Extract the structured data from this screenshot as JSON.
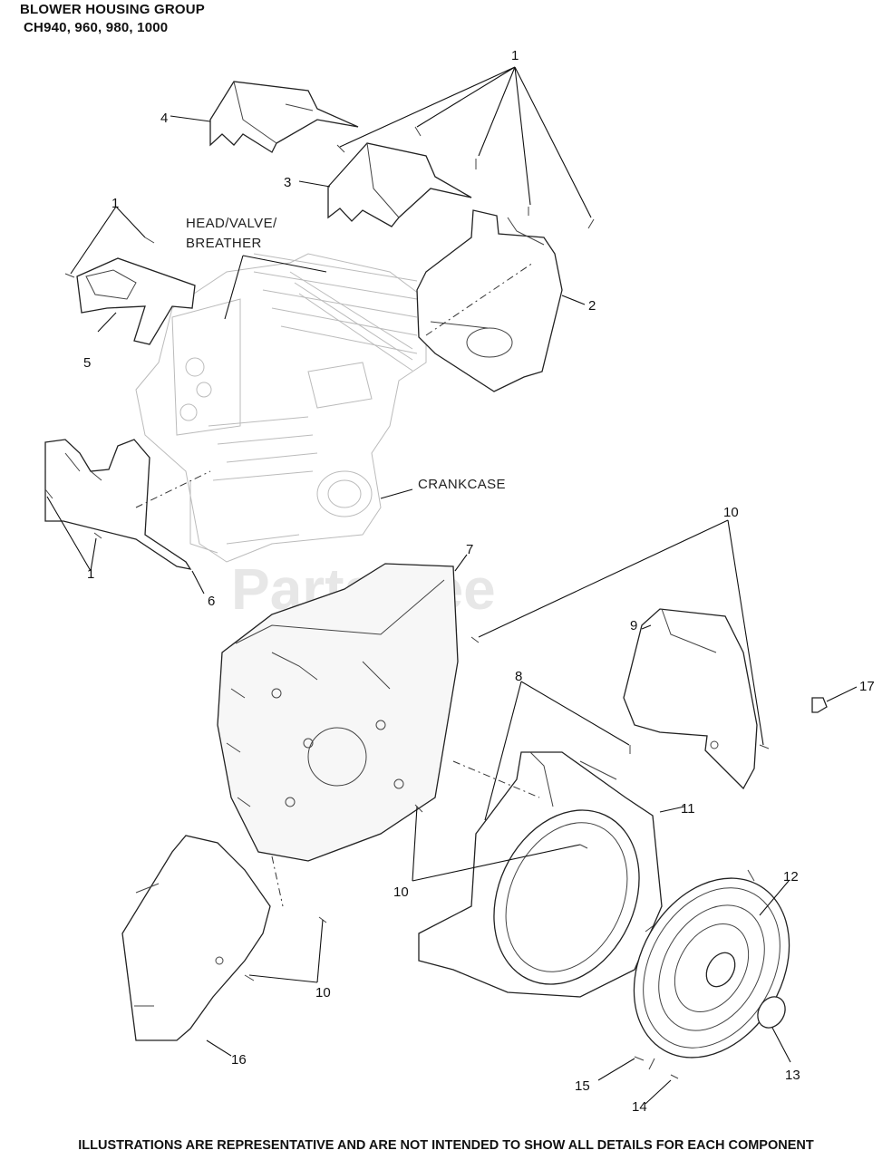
{
  "header": {
    "title": "BLOWER HOUSING GROUP",
    "models": "CH940, 960, 980, 1000"
  },
  "section_labels": {
    "head_line1": "HEAD/VALVE/",
    "head_line2": "BREATHER",
    "crankcase": "CRANKCASE"
  },
  "watermark": "PartsTree",
  "callouts": {
    "c1_top": "1",
    "c1_left": "1",
    "c1_bottom": "1",
    "c2": "2",
    "c3": "3",
    "c4": "4",
    "c5": "5",
    "c6": "6",
    "c7": "7",
    "c8": "8",
    "c9": "9",
    "c10_top": "10",
    "c10_mid": "10",
    "c10_low": "10",
    "c11": "11",
    "c12": "12",
    "c13": "13",
    "c14": "14",
    "c15": "15",
    "c16": "16",
    "c17": "17"
  },
  "footer": "ILLUSTRATIONS ARE REPRESENTATIVE AND ARE NOT INTENDED TO SHOW ALL DETAILS FOR EACH COMPONENT"
}
